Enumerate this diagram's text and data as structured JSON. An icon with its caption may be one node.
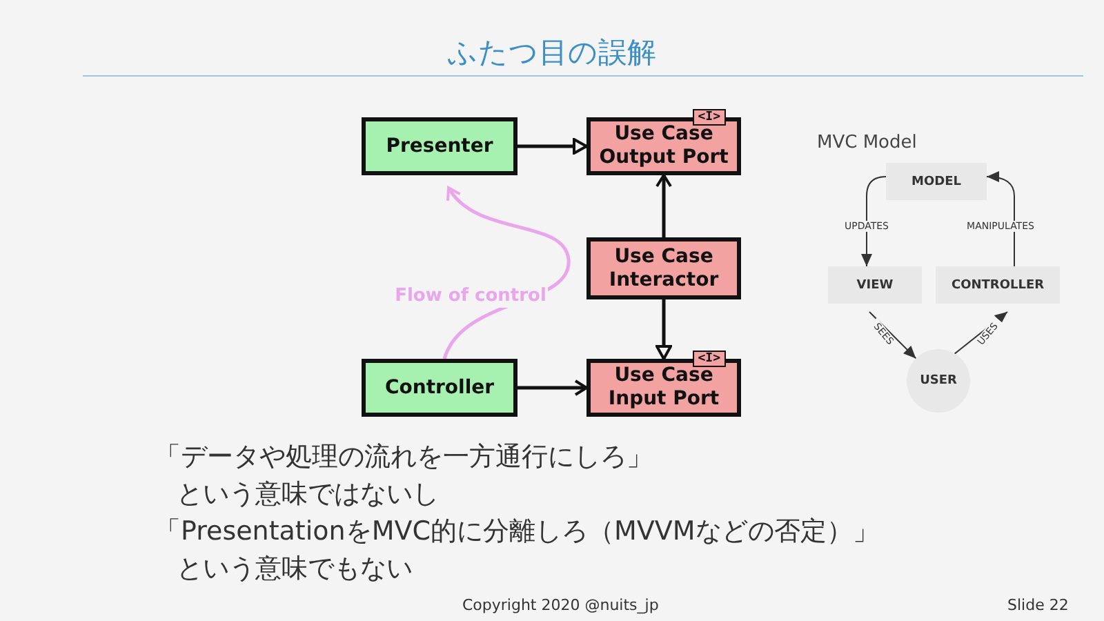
{
  "diagram": {
    "title": "ふたつ目の誤解",
    "nodes": [
      {
        "text": [
          "Presenter"
        ]
      },
      {
        "text": [
          "Use Case Output Port"
        ],
        "beside": [
          "<I>"
        ]
      },
      {
        "text": [
          "Use Case Interactor"
        ]
      },
      {
        "text": [
          "Controller"
        ]
      },
      {
        "text": [
          "Use Case Input Port"
        ],
        "beside": [
          "<I>"
        ]
      },
      {
        "text": [
          "MODEL"
        ]
      },
      {
        "text": [
          "VIEW"
        ]
      },
      {
        "text": [
          "CONTROLLER"
        ]
      },
      {
        "text": [
          "USER"
        ]
      }
    ],
    "edges": [
      {
        "from": 0,
        "to": 1,
        "arrow": "to"
      },
      {
        "from": 2,
        "to": 1,
        "arrow": "to"
      },
      {
        "from": 2,
        "to": 4,
        "arrow": "to"
      },
      {
        "from": 3,
        "to": 4,
        "arrow": "to"
      },
      {
        "from": 3,
        "to": 0,
        "arrow": "to",
        "label": "Flow of control",
        "color": "#eaa6ec"
      },
      {
        "from": 5,
        "to": 6,
        "arrow": "to",
        "label": "UPDATES"
      },
      {
        "from": 7,
        "to": 5,
        "arrow": "to",
        "label": "MANIPULATES"
      },
      {
        "from": 6,
        "to": 8,
        "arrow": "to",
        "label": "SEES"
      },
      {
        "from": 8,
        "to": 7,
        "arrow": "to",
        "label": "USES"
      }
    ],
    "labels": [
      "MVC Model",
      "「データや処理の流れを一方通行にしろ」",
      "という意味ではないし",
      "「PresentationをMVC的に分離しろ（MVVMなどの否定）」",
      "という意味でもない",
      "Copyright 2020 @nuits_jp",
      "Slide 22"
    ]
  }
}
